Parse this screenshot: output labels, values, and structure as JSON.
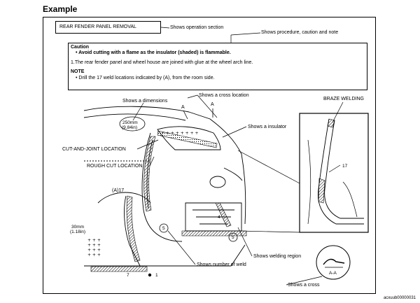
{
  "heading": "Example",
  "operation_section": {
    "label": "REAR FENDER PANEL REMOVAL",
    "callout": "Shows operation section"
  },
  "procedure_callout": "Shows procedure, caution and note",
  "caution": {
    "title": "Caution",
    "bullet": "• Avoid cutting with a flame as the insulator (shaded) is flammable.",
    "step": "1.The rear fender panel and wheel house are joined with glue at the wheel arch line.",
    "note_title": "NOTE",
    "note_text": "• Drill the 17 weld locations indicated by (A), from the room side."
  },
  "callouts": {
    "cross_location": "Shows a cross location",
    "dimensions": "Shows a dimensions",
    "insulator": "Shows a insulator",
    "cut_and_joint": "CUT-AND-JOINT LOCATION",
    "rough_cut": "ROUGH CUT LOCATION",
    "number_of_weld": "Shows number of weld",
    "welding_region": "Shows welding region",
    "cross": "Shows a cross",
    "braze_welding": "BRAZE WELDING"
  },
  "diagram_labels": {
    "dim_250_mm": "250mm",
    "dim_250_in": "(9.84in)",
    "dim_30_mm": "30mm",
    "dim_30_in": "(1.18in)",
    "a_label_1": "A",
    "a_label_2": "A",
    "a17": "(A)17",
    "weld_5a": "5",
    "weld_5b": "5",
    "weld_4": "4",
    "weld_7": "7",
    "weld_1": "1",
    "weld_17": "17",
    "section_aa": "A-A"
  },
  "footer_code": "acxuub00000031",
  "colors": {
    "line": "#000000",
    "background": "#ffffff",
    "hatch": "#000000"
  }
}
